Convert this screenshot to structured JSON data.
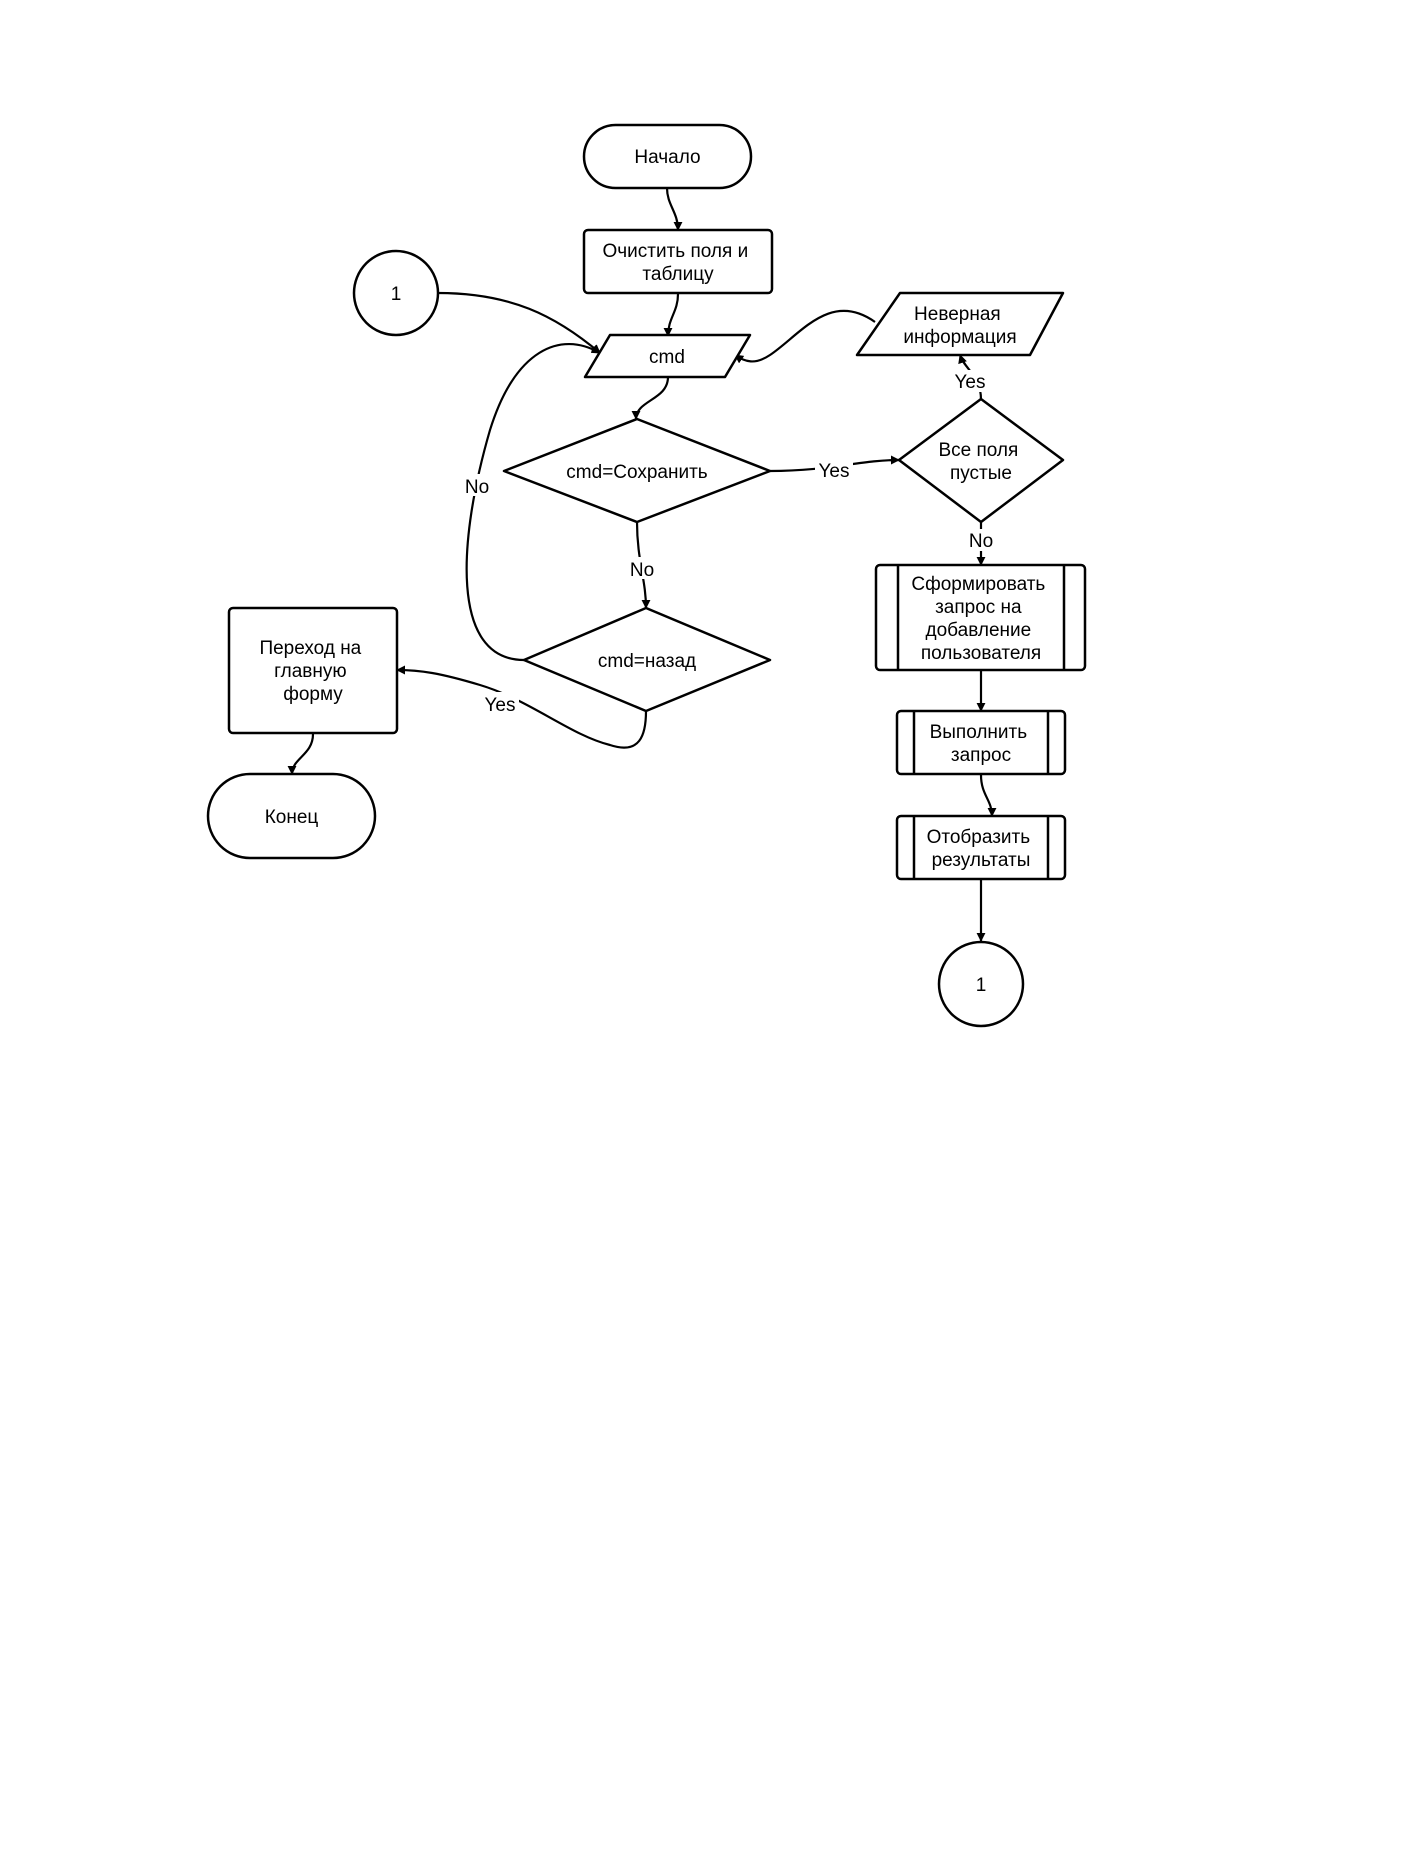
{
  "nodes": {
    "start": {
      "lines": [
        "Начало"
      ]
    },
    "clear": {
      "lines": [
        "Очистить поля и",
        "таблицу"
      ]
    },
    "connector_in": {
      "lines": [
        "1"
      ]
    },
    "cmd_input": {
      "lines": [
        "cmd"
      ]
    },
    "invalid_info": {
      "lines": [
        "Неверная",
        "информация"
      ]
    },
    "decision_save": {
      "lines": [
        "cmd=Сохранить"
      ]
    },
    "decision_empty": {
      "lines": [
        "Все поля",
        "пустые"
      ]
    },
    "decision_back": {
      "lines": [
        "cmd=назад"
      ]
    },
    "go_main": {
      "lines": [
        "Переход на",
        "главную",
        "форму"
      ]
    },
    "end": {
      "lines": [
        "Конец"
      ]
    },
    "form_query": {
      "lines": [
        "Сформировать",
        "запрос на",
        "добавление",
        "пользователя"
      ]
    },
    "exec_query": {
      "lines": [
        "Выполнить",
        "запрос"
      ]
    },
    "show_results": {
      "lines": [
        "Отобразить",
        "результаты"
      ]
    },
    "connector_out": {
      "lines": [
        "1"
      ]
    }
  },
  "edge_labels": {
    "save_no": "No",
    "save_yes": "Yes",
    "empty_yes": "Yes",
    "empty_no": "No",
    "back_no": "No",
    "back_yes": "Yes"
  }
}
